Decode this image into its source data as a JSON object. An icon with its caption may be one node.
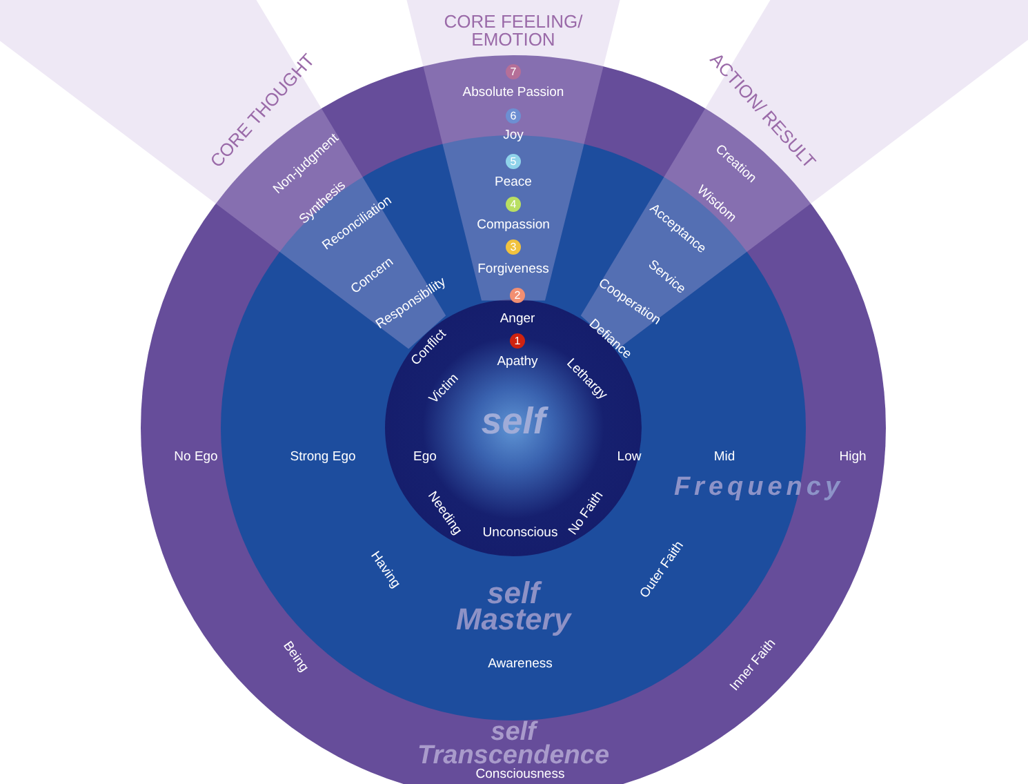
{
  "diagram": {
    "nodes": [
      {
        "text": [
          "self Transcendence"
        ]
      },
      {
        "text": [
          "self Mastery"
        ],
        "in": 0
      },
      {
        "text": [
          "self"
        ],
        "in": 1
      }
    ],
    "labels": [
      "CORE FEELING/ EMOTION",
      "CORE THOUGHT",
      "ACTION/ RESULT",
      "7",
      "Absolute Passion",
      "6",
      "Joy",
      "Non-judgment",
      "Creation",
      "5",
      "Peace",
      "Synthesis",
      "Wisdom",
      "4",
      "Compassion",
      "Reconciliation",
      "Acceptance",
      "3",
      "Forgiveness",
      "Concern",
      "Service",
      "Responsibility",
      "Cooperation",
      "2",
      "Anger",
      "1",
      "Apathy",
      "Conflict",
      "Defiance",
      "Victim",
      "Lethargy",
      "No Ego",
      "Strong Ego",
      "Ego",
      "Low",
      "Mid",
      "High",
      "Frequency",
      "Needing",
      "No Faith",
      "Unconscious",
      "Having",
      "Outer Faith",
      "Awareness",
      "Being",
      "Inner Faith",
      "Consciousness"
    ]
  }
}
